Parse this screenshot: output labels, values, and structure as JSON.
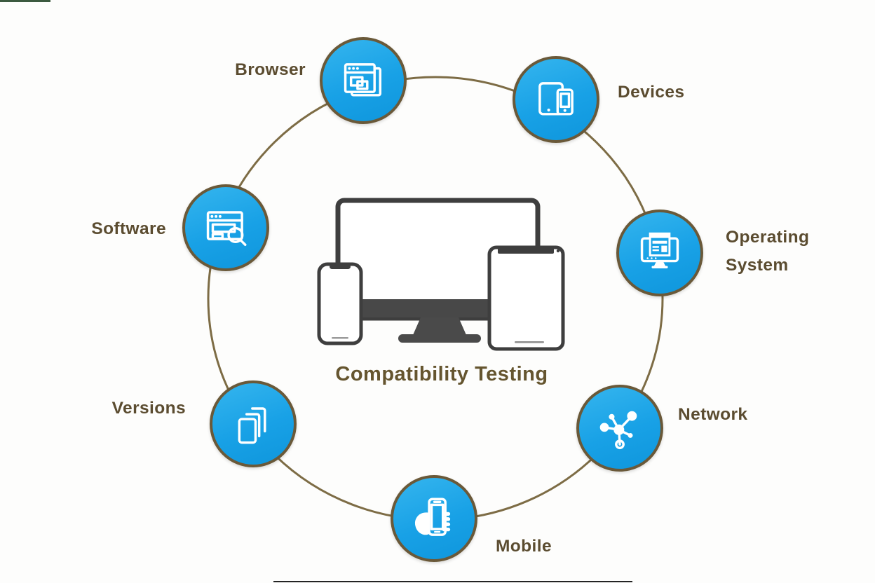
{
  "title": "Compatibility Testing",
  "colors": {
    "node_blue": "#18a1e6",
    "node_border": "#6a5939",
    "ring": "#7d6c45",
    "label_text": "#5b4c30",
    "title_text": "#65552f",
    "device_dark": "#3e3e3e",
    "accent_bar_green": "#3c5a40"
  },
  "nodes": [
    {
      "label": "Browser",
      "icon": "browser-windows-icon"
    },
    {
      "label": "Devices",
      "icon": "tablet-phone-icon"
    },
    {
      "label": "Operating System",
      "icon": "desktop-os-icon"
    },
    {
      "label": "Network",
      "icon": "network-hub-icon"
    },
    {
      "label": "Mobile",
      "icon": "hand-holding-phone-icon"
    },
    {
      "label": "Versions",
      "icon": "stacked-versions-icon"
    },
    {
      "label": "Software",
      "icon": "window-magnifier-icon"
    }
  ],
  "center": {
    "illustration": "monitor-phone-tablet"
  }
}
